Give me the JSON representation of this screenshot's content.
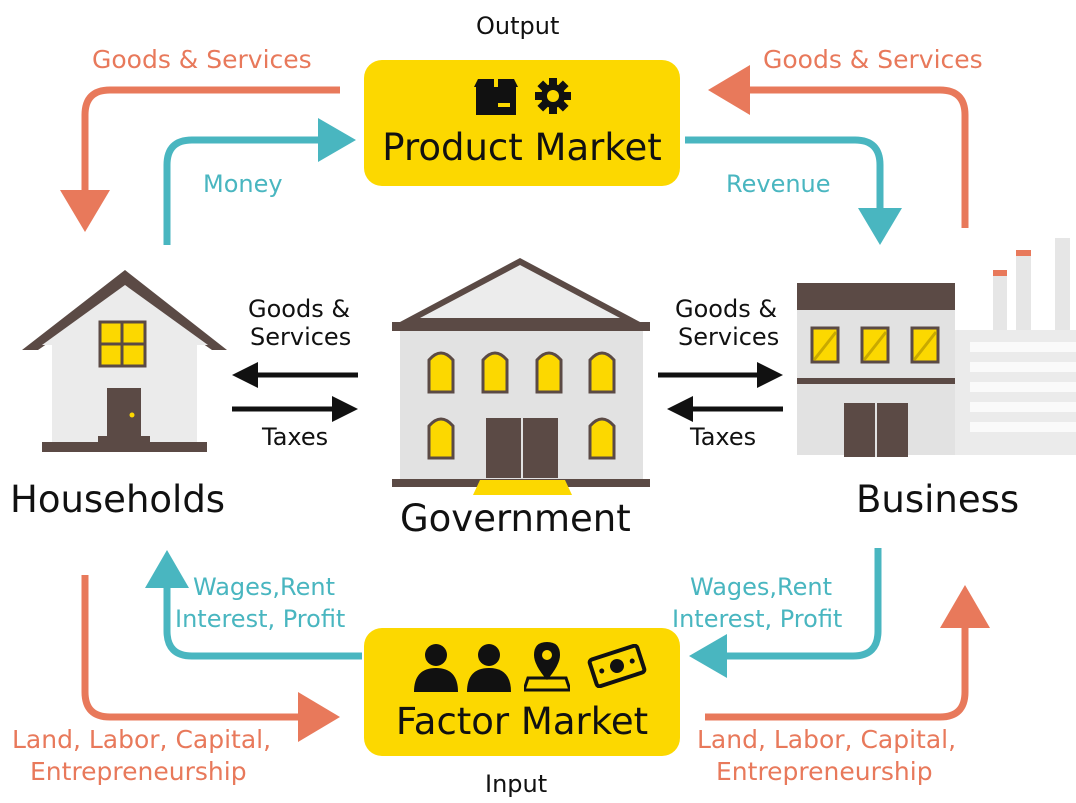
{
  "labels": {
    "output": "Output",
    "input": "Input",
    "households": "Households",
    "government": "Government",
    "business": "Business",
    "goods_services_top_left": "Goods & Services",
    "goods_services_top_right": "Goods & Services",
    "money": "Money",
    "revenue": "Revenue",
    "gov_left_goods": [
      "Goods &",
      "Services"
    ],
    "gov_right_goods": [
      "Goods &",
      "Services"
    ],
    "taxes_left": "Taxes",
    "taxes_right": "Taxes",
    "wages_left": [
      "Wages,Rent",
      "Interest, Profit"
    ],
    "wages_right": [
      "Wages,Rent",
      "Interest, Profit"
    ],
    "factors_left": [
      "Land, Labor, Capital,",
      "Entrepreneurship"
    ],
    "factors_right": [
      "Land, Labor, Capital,",
      "Entrepreneurship"
    ]
  },
  "product_market": {
    "title": "Product Market",
    "icons": [
      "box-icon",
      "gear-icon"
    ]
  },
  "factor_market": {
    "title": "Factor Market",
    "icons": [
      "person-icon",
      "person-icon",
      "map-pin-icon",
      "cash-icon"
    ]
  },
  "colors": {
    "yellow": "#fcd800",
    "teal": "#49b6c0",
    "orange": "#e8795b",
    "brown": "#5b4a45",
    "grey": "#e4e4e4"
  }
}
